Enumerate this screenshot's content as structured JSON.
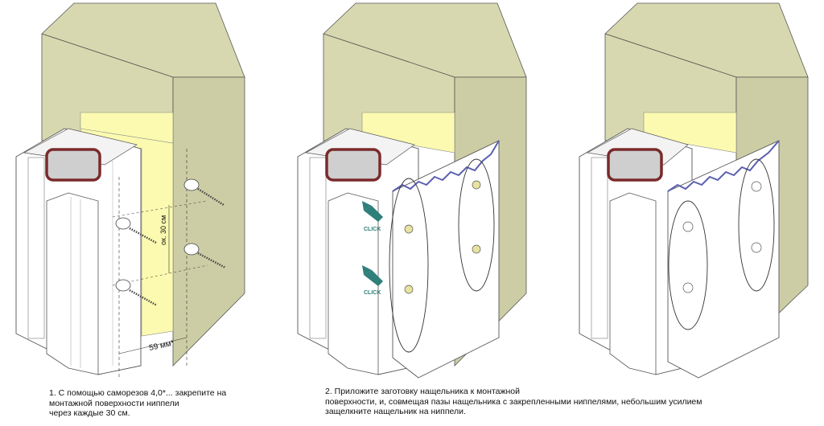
{
  "step1": {
    "caption_lines": [
      "1. С помощью саморезов 4,0*... закрепите на",
      "монтажной поверхности ниппели",
      "через каждые 30 см."
    ],
    "spacing_label": "ок. 30 см",
    "width_label": "59 мм*"
  },
  "step2": {
    "caption_lines": [
      "2. Приложите заготовку нащельника к монтажной",
      "поверхности, и, совмещая пазы нащельника с закрепленными ниппелями, небольшим усилием",
      "защелкните нащельник на ниппели."
    ],
    "click_labels": [
      "CLICK",
      "CLICK"
    ]
  },
  "colors": {
    "wall": "#d8d8b0",
    "wall_side": "#cacaa0",
    "yellow_strip": "#fbfab0",
    "profile": "#ffffff",
    "seal": "#7a2a2a",
    "arrow": "#2f7f7a",
    "cover_edge": "#5a5fb0"
  }
}
